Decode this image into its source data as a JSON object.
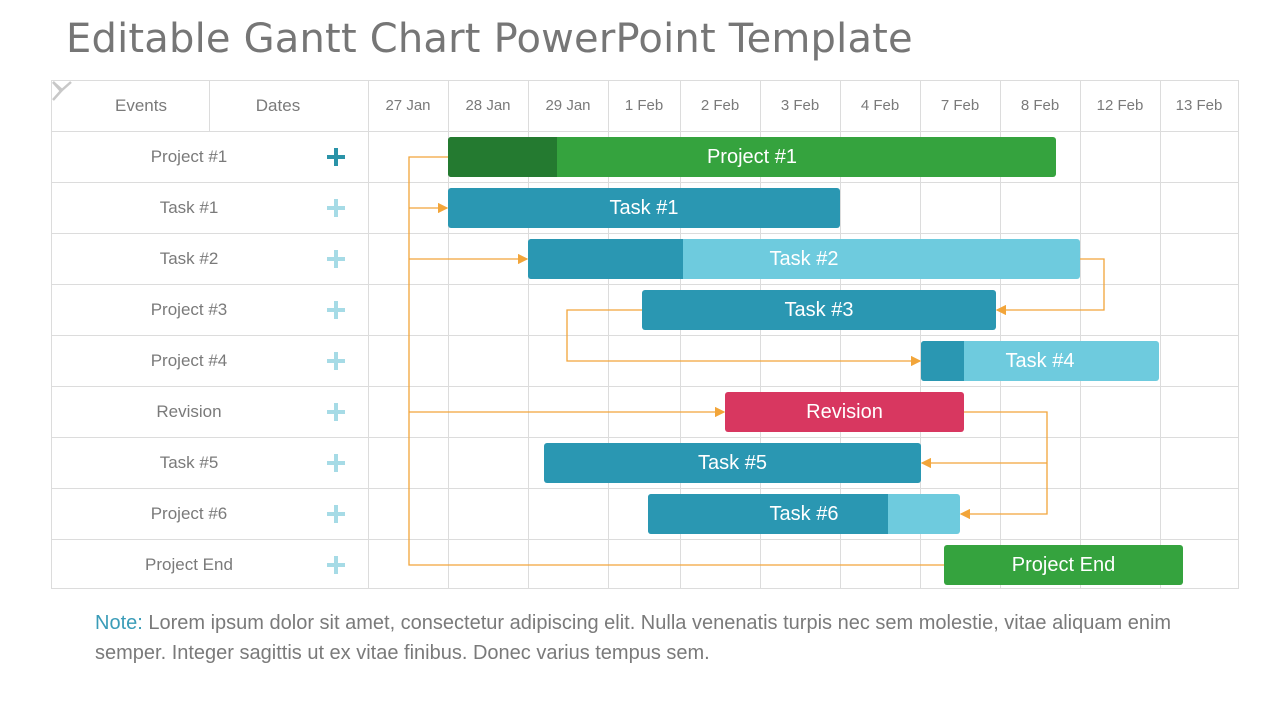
{
  "title": "Editable Gantt Chart PowerPoint Template",
  "header": {
    "events_label": "Events",
    "dates_label": "Dates"
  },
  "dates": [
    "27 Jan",
    "28 Jan",
    "29 Jan",
    "1 Feb",
    "2 Feb",
    "3 Feb",
    "4 Feb",
    "7 Feb",
    "8 Feb",
    "12 Feb",
    "13 Feb"
  ],
  "rows": [
    {
      "label": "Project #1",
      "plus_color": "#2a93a8"
    },
    {
      "label": "Task #1",
      "plus_color": "#a6dbe6"
    },
    {
      "label": "Task #2",
      "plus_color": "#a6dbe6"
    },
    {
      "label": "Project #3",
      "plus_color": "#a6dbe6"
    },
    {
      "label": "Project #4",
      "plus_color": "#a6dbe6"
    },
    {
      "label": "Revision",
      "plus_color": "#a6dbe6"
    },
    {
      "label": "Task #5",
      "plus_color": "#a6dbe6"
    },
    {
      "label": "Project #6",
      "plus_color": "#a6dbe6"
    },
    {
      "label": "Project End",
      "plus_color": "#a6dbe6"
    }
  ],
  "bars": [
    {
      "label": "Project #1",
      "progress": 0.18
    },
    {
      "label": "Task #1",
      "progress": 1.0
    },
    {
      "label": "Task #2",
      "progress": 0.28
    },
    {
      "label": "Task #3",
      "progress": 1.0
    },
    {
      "label": "Task #4",
      "progress": 0.18
    },
    {
      "label": "Revision",
      "progress": 1.0
    },
    {
      "label": "Task #5",
      "progress": 1.0
    },
    {
      "label": "Task #6",
      "progress": 0.77
    },
    {
      "label": "Project End",
      "progress": 1.0
    }
  ],
  "colors": {
    "green": "#35a33e",
    "green_dark": "#247a30",
    "teal": "#2a97b2",
    "teal_light": "#6ecbde",
    "red": "#d83760",
    "connector": "#f2a53a",
    "grid": "#dcdcdc"
  },
  "note": {
    "label": "Note:",
    "text": " Lorem ipsum dolor sit amet, consectetur adipiscing elit. Nulla venenatis turpis nec sem molestie, vitae aliquam enim semper. Integer sagittis ut ex vitae finibus. Donec varius tempus sem."
  }
}
